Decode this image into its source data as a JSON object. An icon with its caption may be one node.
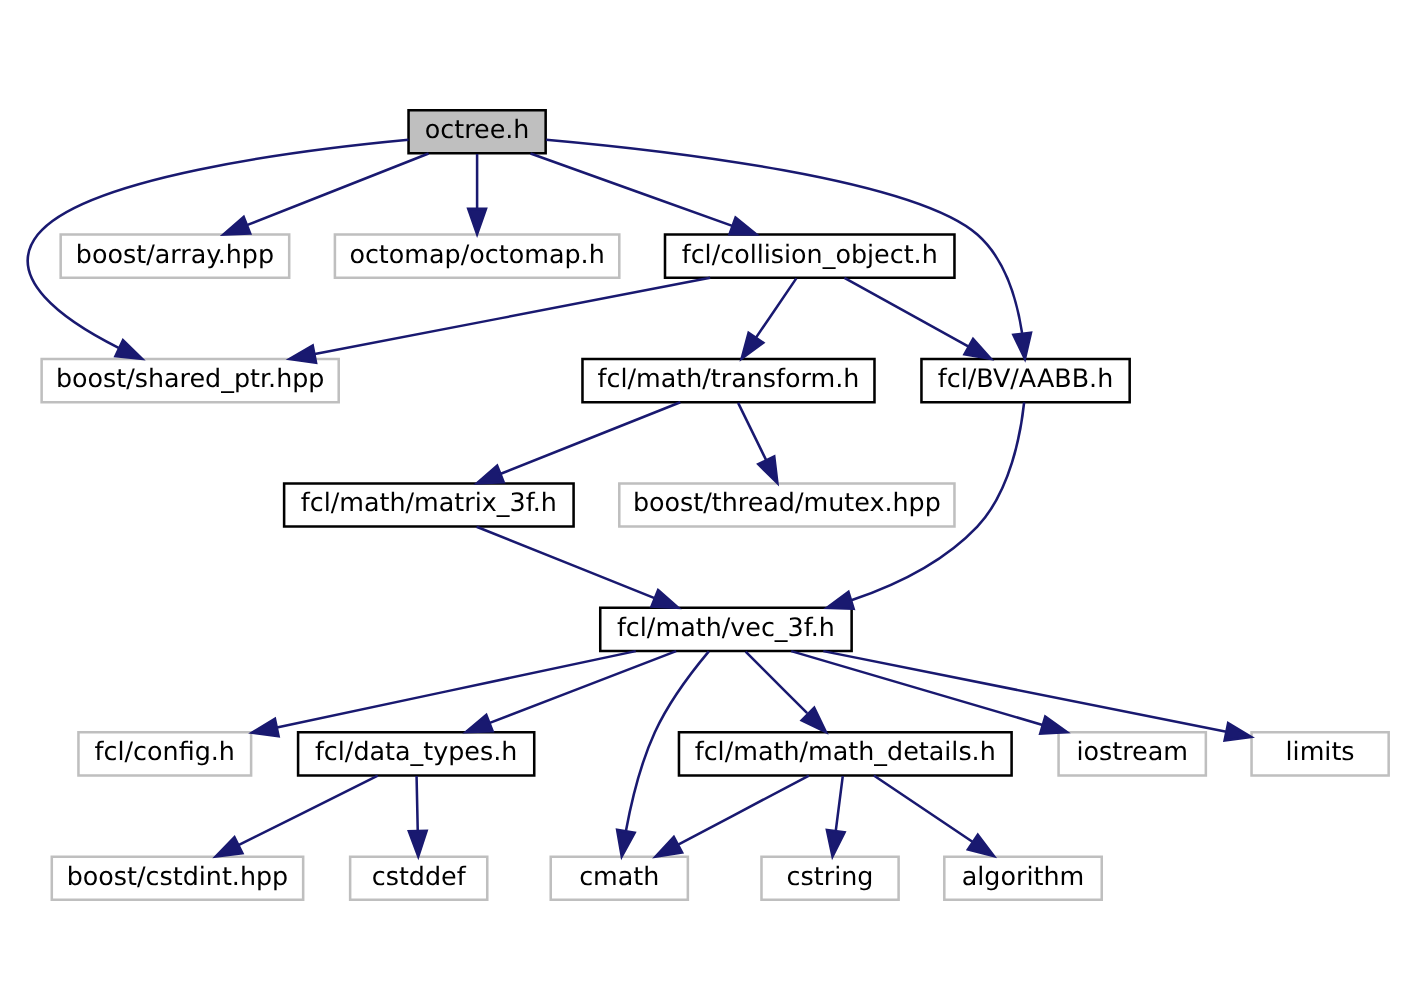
{
  "diagram": {
    "nodes": [
      {
        "text": [
          "octree.h"
        ]
      },
      {
        "text": [
          "boost/array.hpp"
        ]
      },
      {
        "text": [
          "octomap/octomap.h"
        ]
      },
      {
        "text": [
          "fcl/collision_object.h"
        ]
      },
      {
        "text": [
          "boost/shared_ptr.hpp"
        ]
      },
      {
        "text": [
          "fcl/math/transform.h"
        ]
      },
      {
        "text": [
          "fcl/BV/AABB.h"
        ]
      },
      {
        "text": [
          "fcl/math/matrix_3f.h"
        ]
      },
      {
        "text": [
          "boost/thread/mutex.hpp"
        ]
      },
      {
        "text": [
          "fcl/math/vec_3f.h"
        ]
      },
      {
        "text": [
          "fcl/config.h"
        ]
      },
      {
        "text": [
          "fcl/data_types.h"
        ]
      },
      {
        "text": [
          "fcl/math/math_details.h"
        ]
      },
      {
        "text": [
          "iostream"
        ]
      },
      {
        "text": [
          "limits"
        ]
      },
      {
        "text": [
          "boost/cstdint.hpp"
        ]
      },
      {
        "text": [
          "cstddef"
        ]
      },
      {
        "text": [
          "cmath"
        ]
      },
      {
        "text": [
          "cstring"
        ]
      },
      {
        "text": [
          "algorithm"
        ]
      }
    ],
    "edges": [
      {
        "from": 0,
        "to": 4,
        "arrow": "to"
      },
      {
        "from": 0,
        "to": 1,
        "arrow": "to"
      },
      {
        "from": 0,
        "to": 2,
        "arrow": "to"
      },
      {
        "from": 0,
        "to": 3,
        "arrow": "to"
      },
      {
        "from": 0,
        "to": 6,
        "arrow": "to"
      },
      {
        "from": 3,
        "to": 4,
        "arrow": "to"
      },
      {
        "from": 3,
        "to": 5,
        "arrow": "to"
      },
      {
        "from": 3,
        "to": 6,
        "arrow": "to"
      },
      {
        "from": 5,
        "to": 7,
        "arrow": "to"
      },
      {
        "from": 5,
        "to": 8,
        "arrow": "to"
      },
      {
        "from": 7,
        "to": 9,
        "arrow": "to"
      },
      {
        "from": 6,
        "to": 9,
        "arrow": "to"
      },
      {
        "from": 9,
        "to": 10,
        "arrow": "to"
      },
      {
        "from": 9,
        "to": 11,
        "arrow": "to"
      },
      {
        "from": 9,
        "to": 17,
        "arrow": "to"
      },
      {
        "from": 9,
        "to": 12,
        "arrow": "to"
      },
      {
        "from": 9,
        "to": 13,
        "arrow": "to"
      },
      {
        "from": 9,
        "to": 14,
        "arrow": "to"
      },
      {
        "from": 11,
        "to": 15,
        "arrow": "to"
      },
      {
        "from": 11,
        "to": 16,
        "arrow": "to"
      },
      {
        "from": 12,
        "to": 17,
        "arrow": "to"
      },
      {
        "from": 12,
        "to": 18,
        "arrow": "to"
      },
      {
        "from": 12,
        "to": 19,
        "arrow": "to"
      }
    ]
  }
}
